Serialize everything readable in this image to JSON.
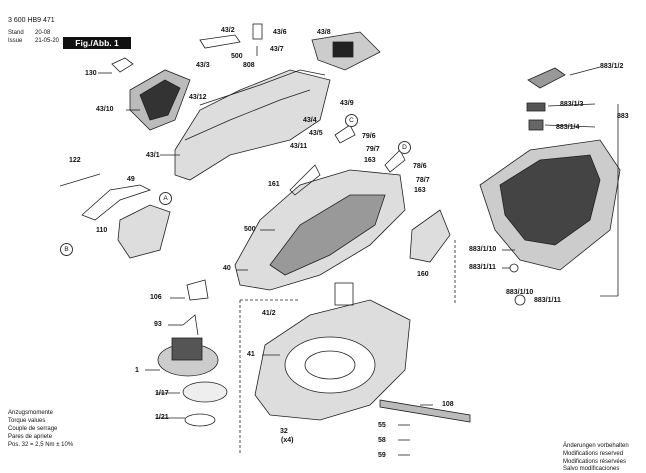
{
  "header": {
    "doc_number": "3 600 HB9 471",
    "stand_label": "Stand",
    "issue_label": "Issue",
    "stand_value": "20-08",
    "issue_value": "21-05-20",
    "figure_label": "Fig./Abb. 1"
  },
  "parts": [
    "43/2",
    "43/6",
    "43/8",
    "43/7",
    "500",
    "808",
    "43/3",
    "130",
    "43/12",
    "43/10",
    "43/9",
    "43/4",
    "43/5",
    "883/1/2",
    "883/1/3",
    "883",
    "883/1/4",
    "79/6",
    "79/7",
    "163",
    "43/11",
    "43/1",
    "122",
    "49",
    "161",
    "78/6",
    "78/7",
    "163",
    "500",
    "110",
    "40",
    "160",
    "883/1/10",
    "883/1/11",
    "883/1/10",
    "883/1/11",
    "106",
    "93",
    "41/2",
    "41",
    "1",
    "1/17",
    "1/21",
    "108",
    "32",
    "(x4)",
    "55",
    "58",
    "59"
  ],
  "circle_labels": [
    "A",
    "B",
    "C",
    "D"
  ],
  "footer_left": [
    "Anzugsmomente",
    "Torque values",
    "Couple de serrage",
    "Pares de apriete",
    "Pos. 32 = 2,5 Nm ± 10%"
  ],
  "footer_right": [
    "Änderungen vorbehalten",
    "Modifications reserved",
    "Modifications réservées",
    "Salvo modificaciones"
  ]
}
